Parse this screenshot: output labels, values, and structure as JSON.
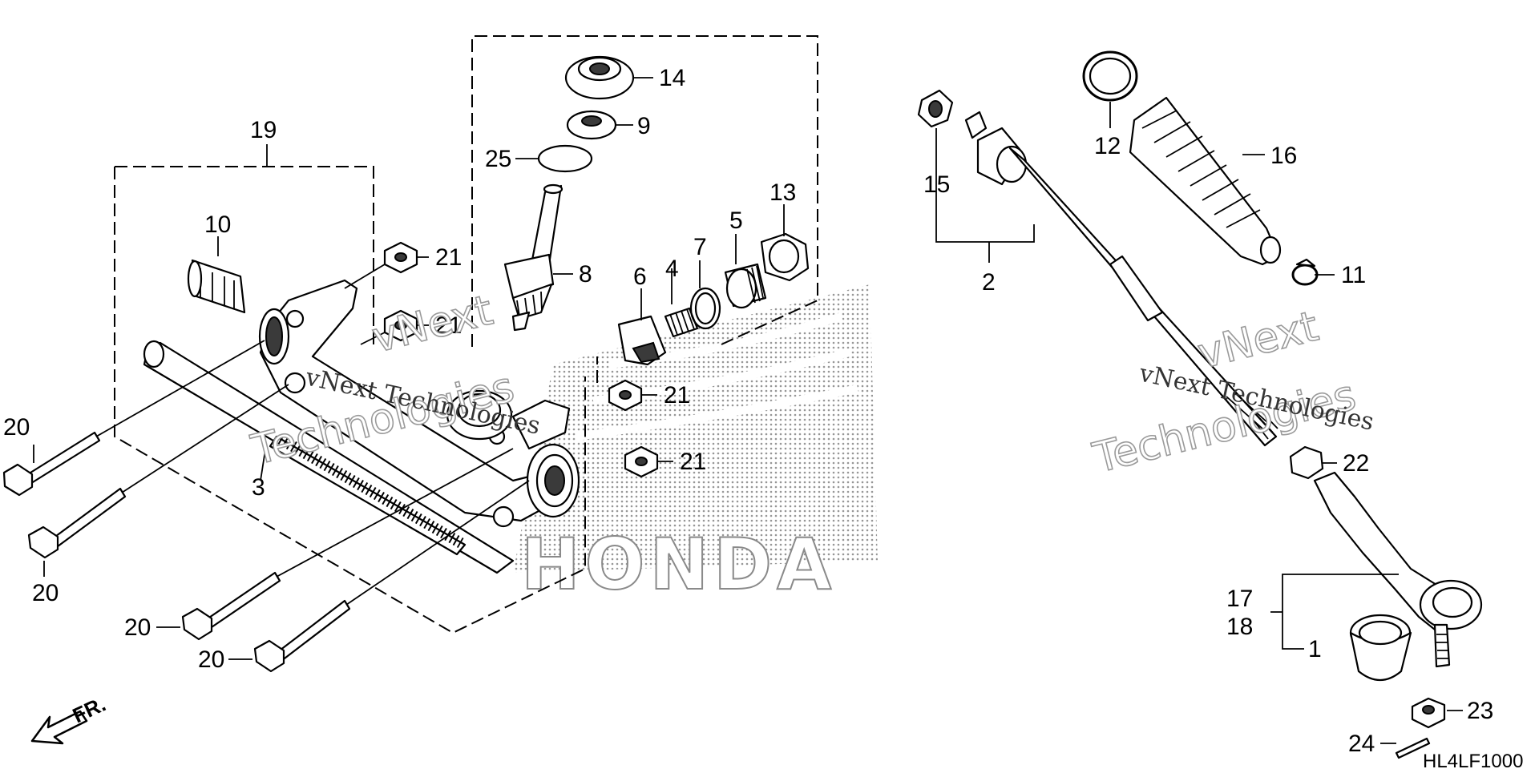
{
  "diagram": {
    "code": "HL4LF1000",
    "direction_label": "FR.",
    "brand_text": "HONDA",
    "watermarks": [
      "vNext",
      "Technologies",
      "vNext Technologies"
    ]
  },
  "callouts": {
    "p1": "1",
    "p2": "2",
    "p3": "3",
    "p4": "4",
    "p5": "5",
    "p6": "6",
    "p7": "7",
    "p8": "8",
    "p9": "9",
    "p10": "10",
    "p11": "11",
    "p12": "12",
    "p13": "13",
    "p14": "14",
    "p15": "15",
    "p16": "16",
    "p17": "17",
    "p18": "18",
    "p19": "19",
    "p20": "20",
    "p21": "21",
    "p22": "22",
    "p23": "23",
    "p24": "24",
    "p25": "25"
  },
  "colors": {
    "line": "#000000",
    "background": "#ffffff",
    "watermark": "#9a9a9a"
  }
}
